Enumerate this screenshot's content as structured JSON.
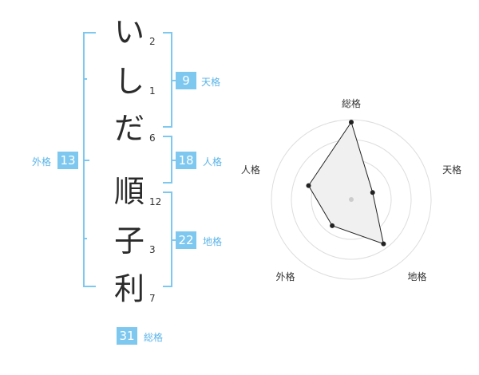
{
  "name_chars": [
    {
      "char": "い",
      "strokes": "2"
    },
    {
      "char": "し",
      "strokes": "1"
    },
    {
      "char": "だ",
      "strokes": "6"
    },
    {
      "char": "順",
      "strokes": "12"
    },
    {
      "char": "子",
      "strokes": "3"
    },
    {
      "char": "利",
      "strokes": "7"
    }
  ],
  "fortunes": {
    "tenkaku": {
      "value": "9",
      "label": "天格"
    },
    "jinkaku": {
      "value": "18",
      "label": "人格"
    },
    "chikaku": {
      "value": "22",
      "label": "地格"
    },
    "gaikaku": {
      "value": "13",
      "label": "外格"
    },
    "soukaku": {
      "value": "31",
      "label": "総格"
    }
  },
  "chart_data": {
    "type": "radar",
    "axes": [
      "総格",
      "天格",
      "地格",
      "外格",
      "人格"
    ],
    "values": [
      31,
      9,
      22,
      13,
      18
    ],
    "max": 32,
    "rings": 4,
    "colors": {
      "fill": "#f0f0f0",
      "line": "#222222",
      "grid": "#dddddd",
      "center": "#cccccc"
    }
  }
}
